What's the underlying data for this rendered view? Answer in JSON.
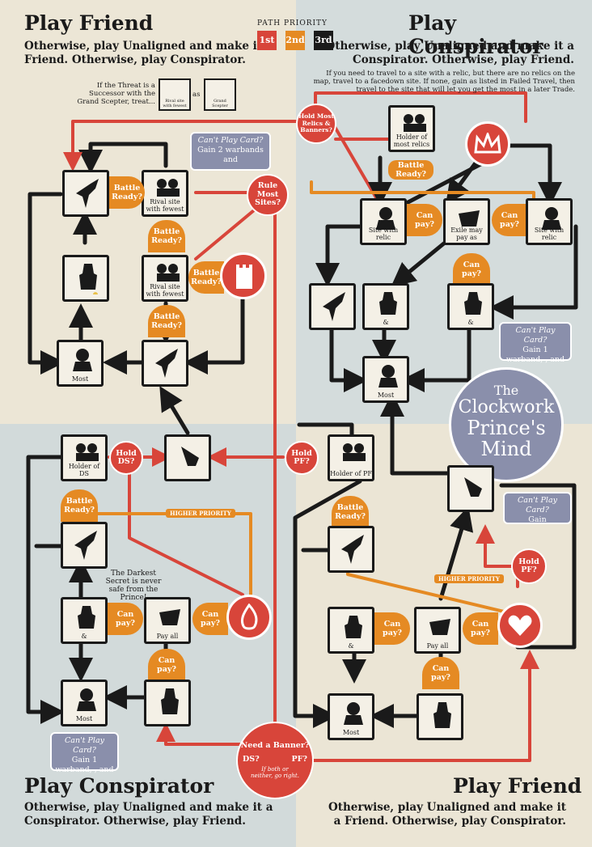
{
  "header": {
    "path_priority": "PATH PRIORITY",
    "priorities": [
      "1st",
      "2nd",
      "3rd"
    ],
    "colors": {
      "first": "#d8453a",
      "second": "#e58a23",
      "third": "#1a1a1a",
      "card": "#8a8fab"
    }
  },
  "quadrants": {
    "tl": {
      "title": "Play Friend",
      "subtitle": "Otherwise, play Unaligned and make it a Friend. Otherwise, play Conspirator."
    },
    "tr": {
      "title": "Play Conspirator",
      "subtitle": "Otherwise, play Unaligned and make it a Conspirator. Otherwise, play Friend.",
      "travel_note": "If you need to travel to a site with a relic, but there are no relics on the map, travel to a facedown site. If none, gain as listed in Failed Travel, then travel to the site that will let you get the most in a later Trade."
    },
    "bl": {
      "title": "Play Conspirator",
      "subtitle": "Otherwise, play Unaligned and make it a Conspirator. Otherwise, play Friend."
    },
    "br": {
      "title": "Play Friend",
      "subtitle": "Otherwise, play Unaligned and make it a Friend. Otherwise, play Conspirator."
    }
  },
  "threat_note": {
    "text": "If the Threat is a Successor with the Grand Scepter, treat...",
    "as": "as",
    "rival_label": "Rival site with fewest",
    "scepter_label": "Grand Scepter"
  },
  "nodes": {
    "tl_battle": "",
    "tl_rival1": "Rival site with fewest",
    "tl_relic": "",
    "tl_rival2": "Rival site with fewest",
    "tl_most": "Most",
    "tl_bird": "",
    "tr_holder": "Holder of most relics",
    "tr_site1": "Site with relic",
    "tr_exile": "Exile may pay as",
    "tr_site2": "Site with relic",
    "tr_bird": "",
    "tr_both1": "&",
    "tr_both2": "&",
    "tr_most": "Most",
    "bl_holder": "Holder of DS",
    "bl_horn": "",
    "bl_bird": "",
    "bl_both": "& ",
    "bl_payall": "Pay all",
    "bl_most": "Most",
    "bl_fist": "",
    "br_holder": "Holder of PF",
    "br_horn": "",
    "br_bird": "",
    "br_both": "&",
    "br_payall": "Pay all",
    "br_most": "Most",
    "br_fist": ""
  },
  "tabs": {
    "battle_ready": "Battle Ready?",
    "can_pay": "Can pay?"
  },
  "circles": {
    "rule_most_sites": "Rule Most Sites?",
    "hold_relics": "Hold Most Relics & Banners?",
    "hold_ds": "Hold DS?",
    "hold_pf_mid": "Hold PF?",
    "hold_pf_right": "Hold PF?",
    "need_banner": "Need a Banner?",
    "ds": "DS?",
    "pf": "PF?",
    "both_note": "If both or neither, go right."
  },
  "cant_play": {
    "tl": {
      "title": "Can't Play Card?",
      "body": "Gain 2 warbands and"
    },
    "tr": {
      "title": "Can't Play Card?",
      "body": "Gain 1 warband, , and"
    },
    "bl": {
      "title": "Can't Play Card?",
      "body": "Gain 1 warband, , and"
    },
    "br": {
      "title": "Can't Play Card?",
      "body": "Gain"
    }
  },
  "higher_priority": "HIGHER PRIORITY",
  "darkest_secret": "The Darkest Secret is never safe from the Prince!",
  "logo": {
    "line1": "The",
    "line2": "Clockwork",
    "line3": "Prince's",
    "line4": "Mind"
  },
  "icons": [
    "crown-icon",
    "tower-icon",
    "flame-icon",
    "heart-icon",
    "horn-icon",
    "bird-icon",
    "warrior-icon",
    "relic-icon"
  ]
}
